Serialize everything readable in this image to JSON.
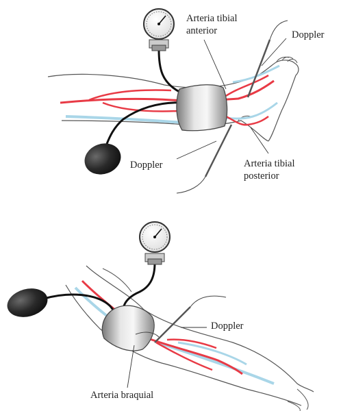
{
  "labels": {
    "top_tibial_anterior_line1": "Arteria tibial",
    "top_tibial_anterior_line2": "anterior",
    "top_doppler_right": "Doppler",
    "top_doppler_left": "Doppler",
    "top_tibial_posterior_line1": "Arteria tibial",
    "top_tibial_posterior_line2": "posterior",
    "bottom_doppler": "Doppler",
    "bottom_braquial": "Arteria braquial"
  },
  "colors": {
    "artery": "#e83a45",
    "vein": "#a9d6e8",
    "outline": "#333333",
    "bulb": "#2b2b2b"
  }
}
